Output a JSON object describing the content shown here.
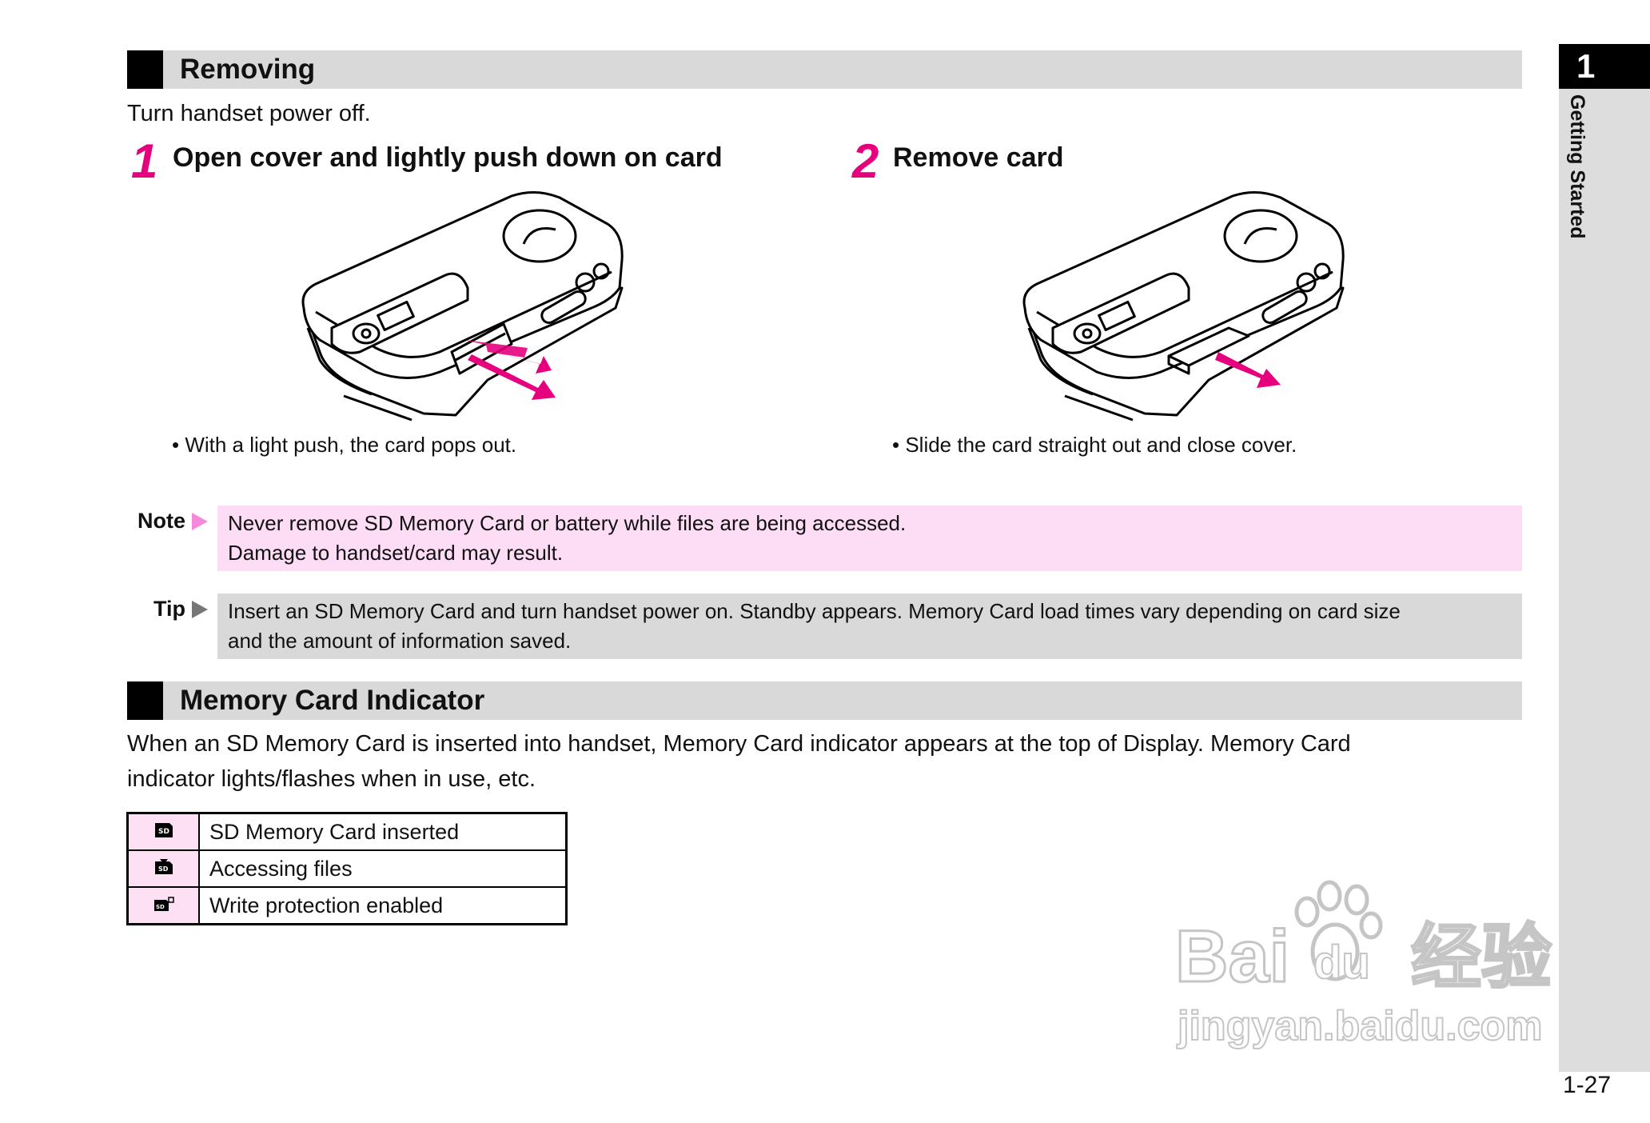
{
  "removing": {
    "title": "Removing",
    "intro": "Turn handset power off.",
    "steps": [
      {
        "number": "1",
        "title": "Open cover and lightly push down on card",
        "bullet": "With a light push, the card pops out."
      },
      {
        "number": "2",
        "title": "Remove card",
        "bullet": "Slide the card straight out and close cover."
      }
    ]
  },
  "note": {
    "label": "Note",
    "lines": [
      "Never remove SD Memory Card or battery while files are being accessed.",
      "Damage to handset/card may result."
    ]
  },
  "tip": {
    "label": "Tip",
    "lines": [
      "Insert an SD Memory Card and turn handset power on. Standby appears. Memory Card load times vary depending on card size",
      "and the amount of information saved."
    ]
  },
  "indicator": {
    "title": "Memory Card Indicator",
    "desc_lines": [
      "When an SD Memory Card is inserted into handset, Memory Card indicator appears at the top of Display. Memory Card",
      "indicator lights/flashes when in use, etc."
    ],
    "rows": [
      {
        "icon": "sd-card-icon",
        "label": "SD Memory Card inserted"
      },
      {
        "icon": "sd-card-accessing-icon",
        "label": "Accessing files"
      },
      {
        "icon": "sd-card-lock-icon",
        "label": "Write protection enabled"
      }
    ]
  },
  "side_tab": {
    "chapter_number": "1",
    "chapter_title": "Getting Started"
  },
  "page_number": "1-27",
  "watermark": {
    "brand": "Bai",
    "brand2": "du",
    "cn": "经验",
    "url": "jingyan.baidu.com"
  },
  "colors": {
    "accent": "#e6007e",
    "note_bg": "#fddcf6",
    "tip_bg": "#d9d9d9",
    "header_bg": "#d9d9d9"
  }
}
